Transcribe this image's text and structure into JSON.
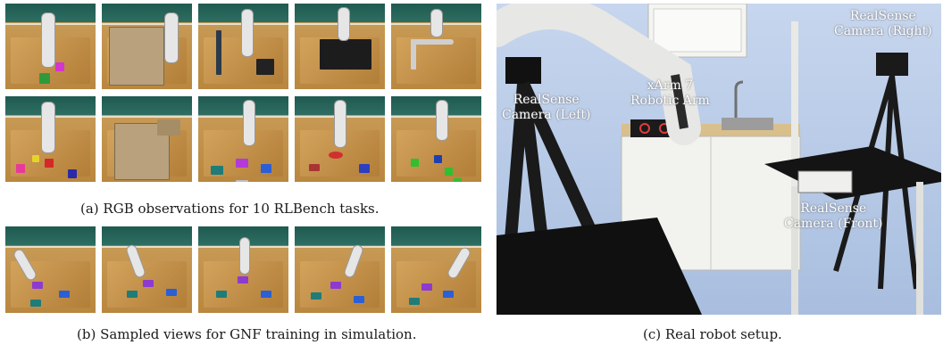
{
  "captions": {
    "a": "(a) RGB observations for 10 RLBench tasks.",
    "b": "(b) Sampled views  for GNF training in simulation.",
    "c": "(c) Real robot setup."
  },
  "photo_labels": {
    "cam_left": [
      "RealSense",
      "Camera (Left)"
    ],
    "arm": [
      "xArm 7",
      "Robotic Arm"
    ],
    "cam_right": [
      "RealSense",
      "Camera (Right)"
    ],
    "cam_front": [
      "RealSense",
      "Camera (Front)"
    ]
  },
  "colors": {
    "wall": "#2e6e62",
    "table": "#c79a55",
    "sky": "#b6c9e6"
  }
}
